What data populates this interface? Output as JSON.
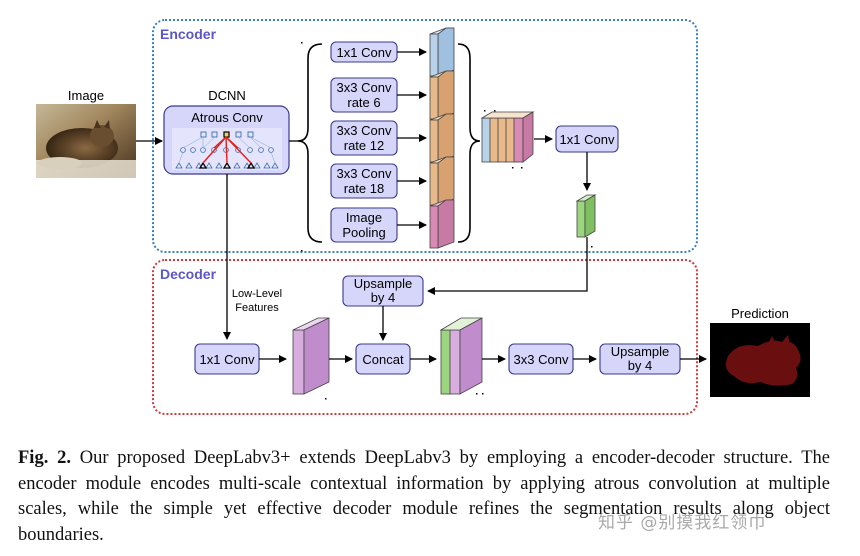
{
  "colors": {
    "encoder_border": "#3a7fb8",
    "encoder_title": "#5b57c9",
    "decoder_border": "#d13a3a",
    "decoder_title": "#5b57c9",
    "box_fill": "#d6d6fb",
    "box_stroke": "#3a3a8a",
    "feat_blue": "#b8d2ea",
    "feat_orange": "#e7b98b",
    "feat_pink": "#d98ab4",
    "feat_green": "#9bd67f",
    "feat_violet": "#d7aede",
    "arrow": "#000000",
    "dilated_red": "#e0201a"
  },
  "encoder": {
    "title": "Encoder",
    "dcnn_label": "DCNN",
    "atrous_label": "Atrous Conv",
    "branches": [
      {
        "line1": "1x1 Conv",
        "line2": ""
      },
      {
        "line1": "3x3 Conv",
        "line2": "rate 6"
      },
      {
        "line1": "3x3 Conv",
        "line2": "rate 12"
      },
      {
        "line1": "3x3 Conv",
        "line2": "rate 18"
      },
      {
        "line1": "Image",
        "line2": "Pooling"
      }
    ],
    "concat_conv_label": "1x1 Conv"
  },
  "input": {
    "label": "Image"
  },
  "decoder": {
    "title": "Decoder",
    "upsample1_line1": "Upsample",
    "upsample1_line2": "by 4",
    "lowlevel_line1": "Low-Level",
    "lowlevel_line2": "Features",
    "conv1x1_label": "1x1 Conv",
    "concat_label": "Concat",
    "conv3x3_label": "3x3 Conv",
    "upsample2_line1": "Upsample",
    "upsample2_line2": "by 4"
  },
  "output": {
    "label": "Prediction"
  },
  "caption": {
    "fig_label": "Fig. 2.",
    "text": "Our proposed DeepLabv3+ extends DeepLabv3 by employing a encoder-decoder structure. The encoder module encodes multi-scale contextual information by applying atrous convolution at multiple scales, while the simple yet effective decoder module refines the segmentation results along object boundaries."
  },
  "watermark": "知乎 @别摸我红领巾"
}
